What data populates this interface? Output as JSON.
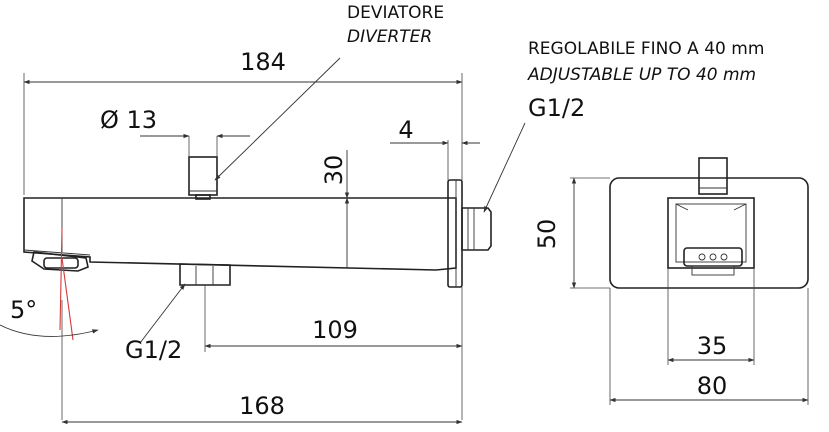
{
  "notes": {
    "deviatore": "DEVIATORE",
    "diverter": "DIVERTER",
    "regolabile": "REGOLABILE FINO A 40 mm",
    "adjustable": "ADJUSTABLE UP TO 40 mm",
    "thread_top": "G1/2",
    "thread_bottom": "G1/2"
  },
  "dimensions": {
    "overall_length": "184",
    "diameter": "Ø 13",
    "plate_thickness": "4",
    "spout_height": "30",
    "angle": "5°",
    "inlet_to_wall": "109",
    "outlet_to_wall": "168",
    "plate_height": "50",
    "spout_width": "35",
    "plate_width": "80"
  }
}
